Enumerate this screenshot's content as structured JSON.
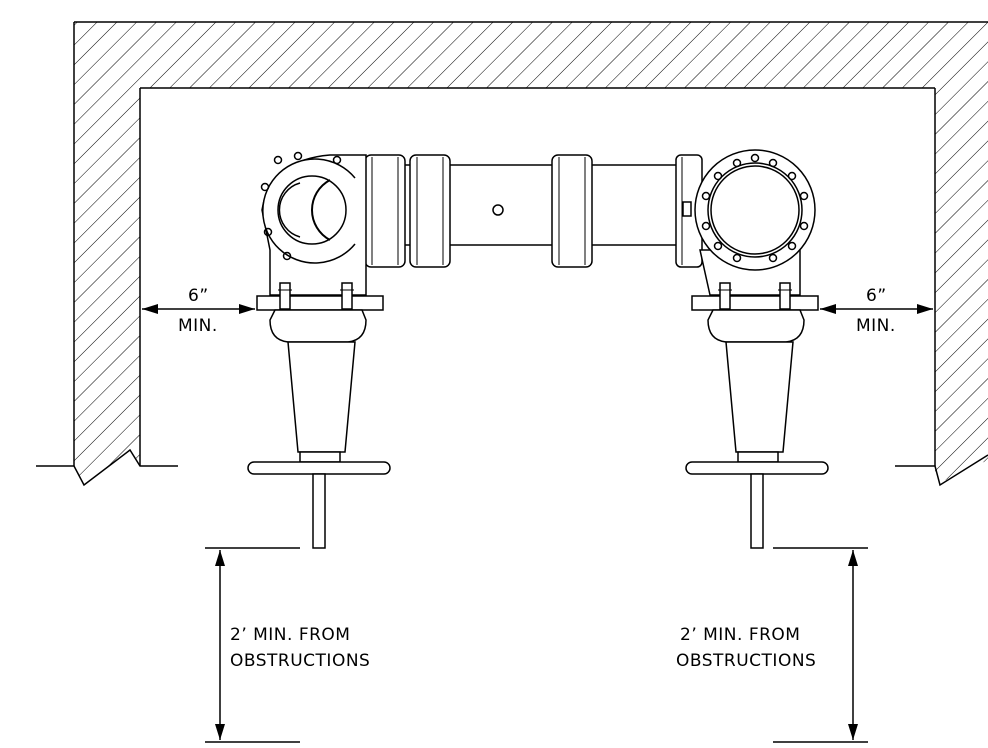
{
  "labels": {
    "left_clearance_value": "6”",
    "left_clearance_unit": "MIN.",
    "right_clearance_value": "6”",
    "right_clearance_unit": "MIN.",
    "left_height_line1": "2’ MIN. FROM",
    "left_height_line2": "OBSTRUCTIONS",
    "right_height_line1": "2’ MIN. FROM",
    "right_height_line2": "OBSTRUCTIONS"
  }
}
